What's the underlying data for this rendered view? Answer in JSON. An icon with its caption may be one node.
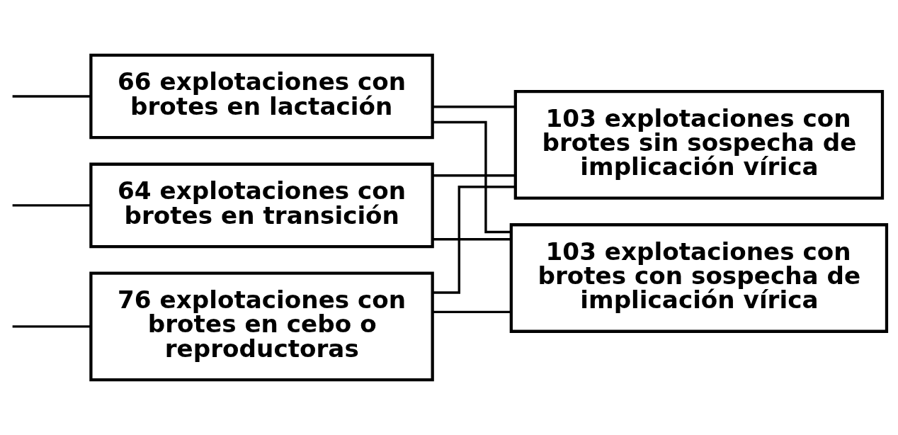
{
  "diagram": {
    "nodes": [
      {
        "text": [
          "66 explotaciones con brotes en lactación"
        ]
      },
      {
        "text": [
          "64 explotaciones con brotes en transición"
        ]
      },
      {
        "text": [
          "76 explotaciones con brotes en cebo o reproductoras"
        ]
      },
      {
        "text": [
          "103 explotaciones con brotes sin sospecha de implicación vírica"
        ]
      },
      {
        "text": [
          "103 explotaciones con brotes con sospecha de implicación vírica"
        ]
      }
    ],
    "edges": [
      {
        "from": null,
        "to": 0,
        "arrow": "none"
      },
      {
        "from": null,
        "to": 1,
        "arrow": "none"
      },
      {
        "from": null,
        "to": 2,
        "arrow": "none"
      },
      {
        "from": 0,
        "to": 3,
        "arrow": "none"
      },
      {
        "from": 0,
        "to": 4,
        "arrow": "none"
      },
      {
        "from": 1,
        "to": 3,
        "arrow": "none"
      },
      {
        "from": 1,
        "to": 4,
        "arrow": "none"
      },
      {
        "from": 2,
        "to": 3,
        "arrow": "none"
      },
      {
        "from": 2,
        "to": 4,
        "arrow": "none"
      }
    ]
  }
}
